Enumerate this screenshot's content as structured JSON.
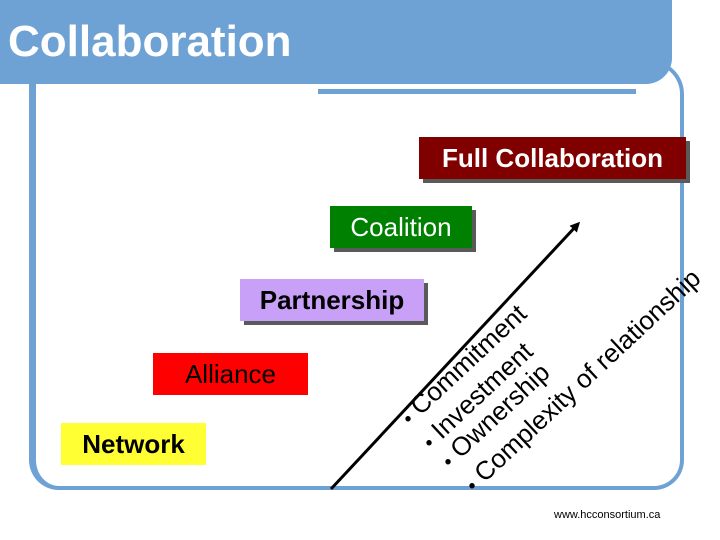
{
  "title": "Collaboration",
  "stages": {
    "full": "Full Collaboration",
    "coalition": "Coalition",
    "partnership": "Partnership",
    "alliance": "Alliance",
    "network": "Network"
  },
  "factors": {
    "bullet": "•",
    "line1": "Commitment",
    "line2": "Investment",
    "line3": "Ownership",
    "line4": "Complexity of relationship"
  },
  "footer": "www.hcconsortium.ca",
  "colors": {
    "accent": "#6fa2d4",
    "full": "#800000",
    "coalition": "#008000",
    "partnership": "#c8a0f8",
    "alliance": "#ff0000",
    "network": "#ffff33"
  }
}
